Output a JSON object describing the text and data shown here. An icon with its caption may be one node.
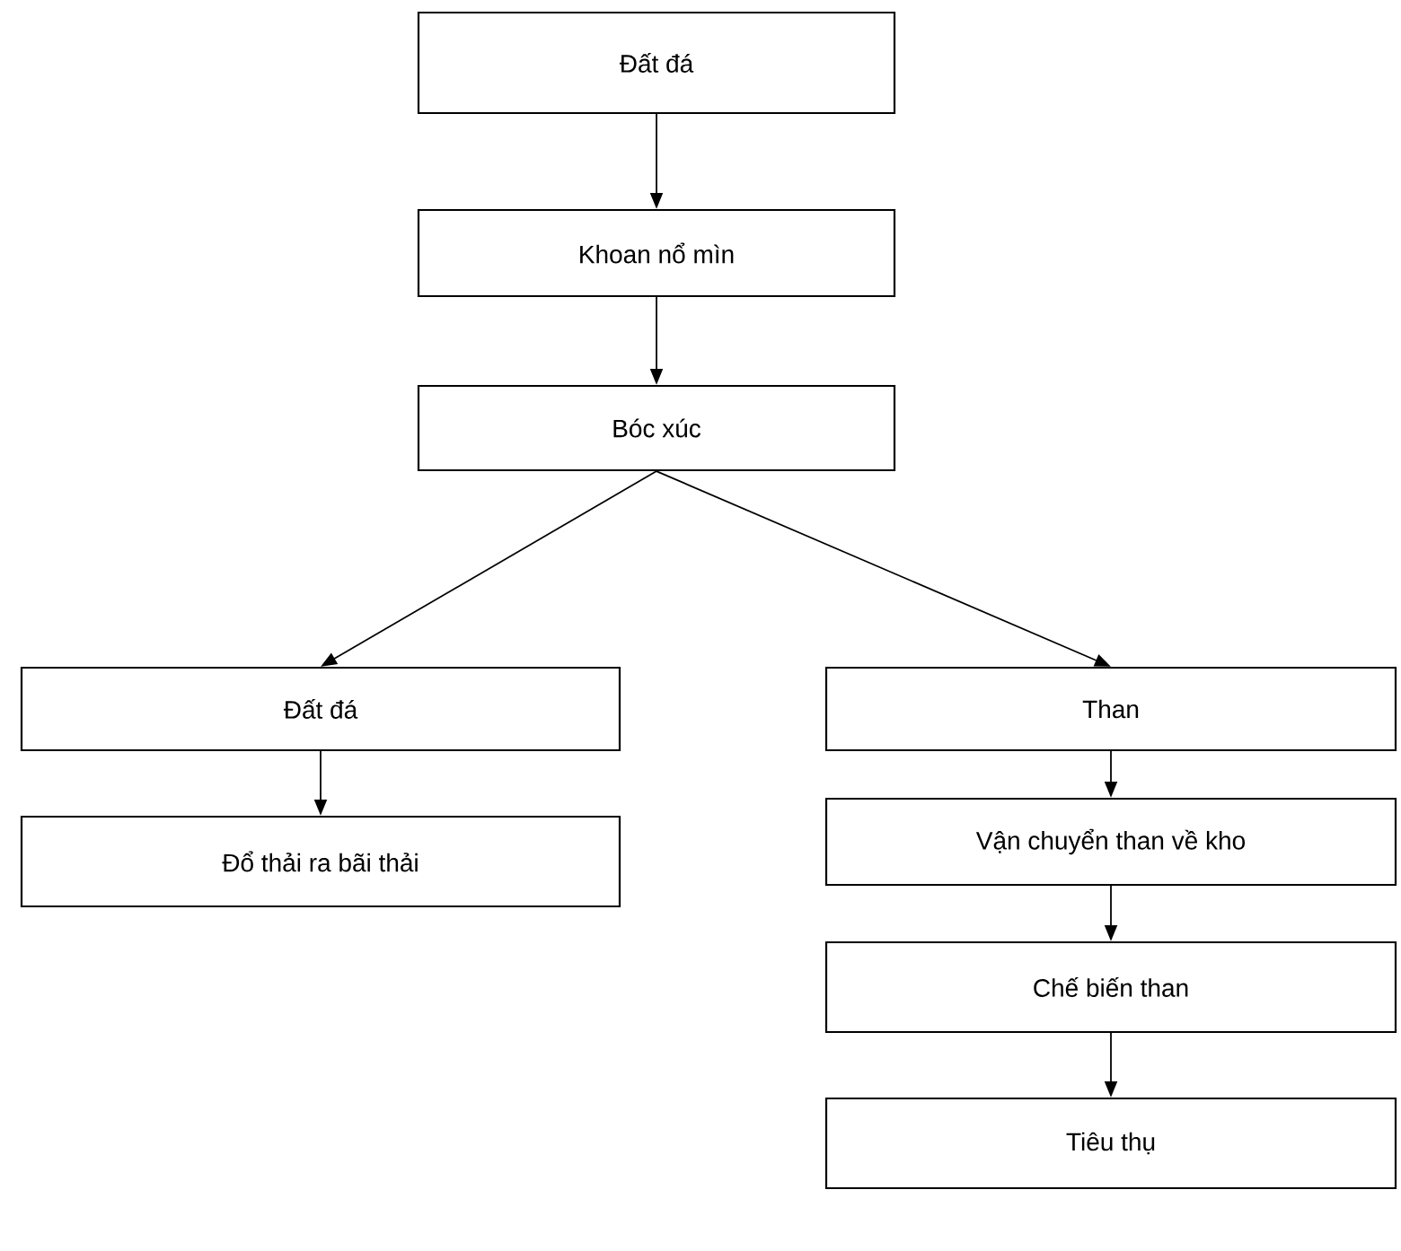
{
  "diagram": {
    "nodes": [
      {
        "text": [
          "Đất đá"
        ]
      },
      {
        "text": [
          "Khoan nổ mìn"
        ]
      },
      {
        "text": [
          "Bóc xúc"
        ]
      },
      {
        "text": [
          "Đất đá"
        ]
      },
      {
        "text": [
          "Đổ thải ra bãi thải"
        ]
      },
      {
        "text": [
          "Than"
        ]
      },
      {
        "text": [
          "Vận chuyển than về kho"
        ]
      },
      {
        "text": [
          "Chế biến than"
        ]
      },
      {
        "text": [
          "Tiêu thụ"
        ]
      }
    ],
    "edges": [
      {
        "from": 0,
        "to": 1,
        "arrow": "to"
      },
      {
        "from": 1,
        "to": 2,
        "arrow": "to"
      },
      {
        "from": 2,
        "to": 3,
        "arrow": "to"
      },
      {
        "from": 2,
        "to": 5,
        "arrow": "to"
      },
      {
        "from": 3,
        "to": 4,
        "arrow": "to"
      },
      {
        "from": 5,
        "to": 6,
        "arrow": "to"
      },
      {
        "from": 6,
        "to": 7,
        "arrow": "to"
      },
      {
        "from": 7,
        "to": 8,
        "arrow": "to"
      }
    ]
  }
}
